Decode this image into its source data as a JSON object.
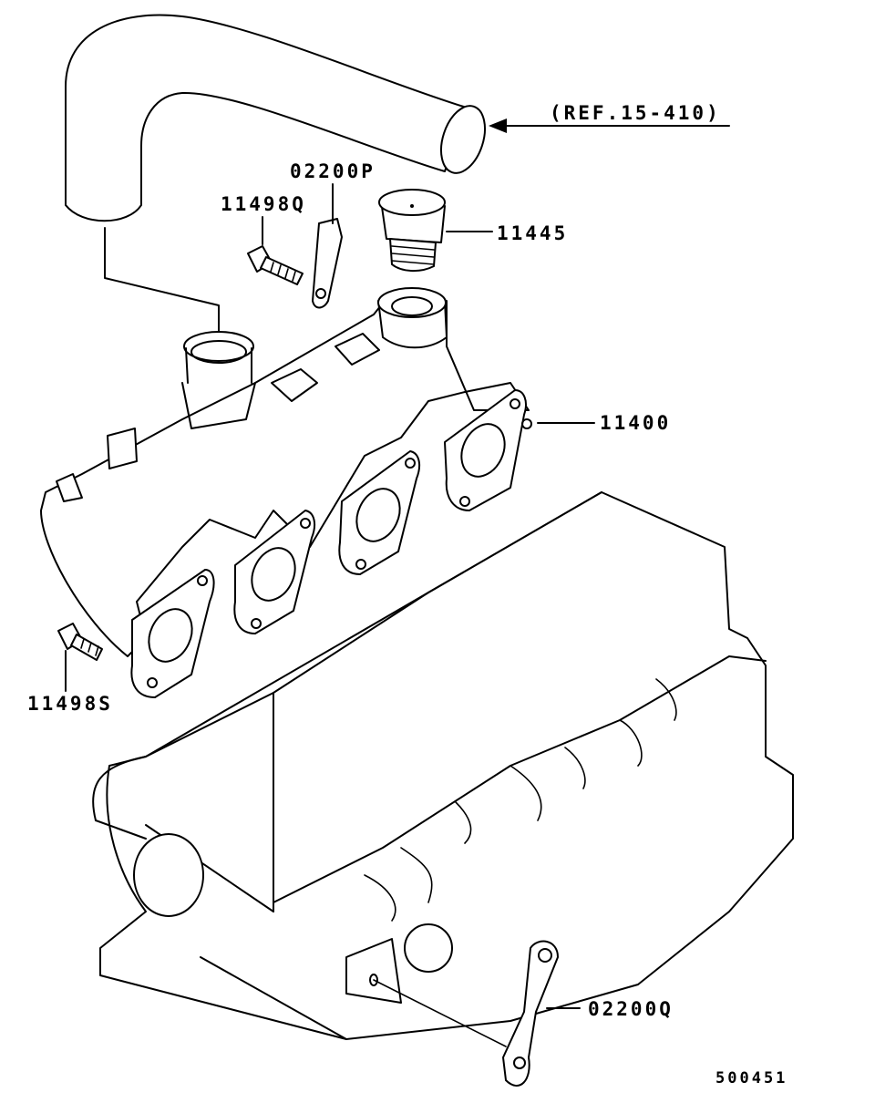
{
  "callouts": {
    "ref": "(REF.15-410)",
    "p_11445": "11445",
    "p_02200P": "02200P",
    "p_11498Q": "11498Q",
    "p_11400": "11400",
    "p_11498S": "11498S",
    "p_02200Q": "02200Q"
  },
  "diagram_id": "500451",
  "colors": {
    "line": "#000000",
    "background": "#ffffff"
  }
}
